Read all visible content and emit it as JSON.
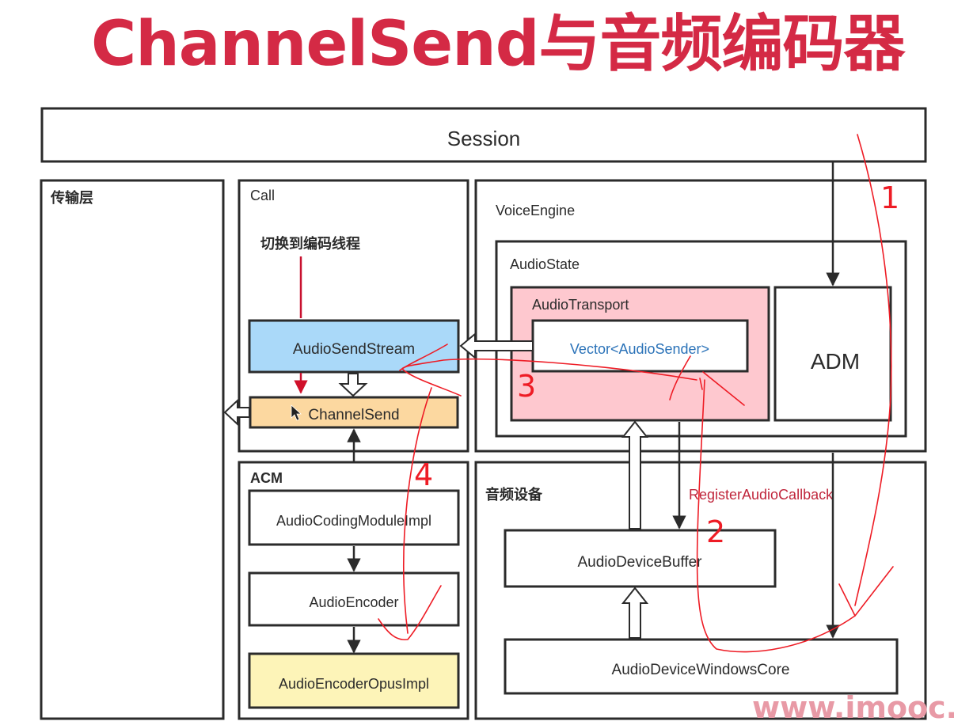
{
  "title": "ChannelSend与音频编码器",
  "watermark": "www.imooc.c",
  "colors": {
    "title": "#d42a45",
    "audio_send_stream": "#aad9f9",
    "channel_send": "#fcd8a0",
    "audio_transport": "#fec8cf",
    "audio_encoder_opus": "#fdf4b8",
    "vector_text": "#2a72b8",
    "register_callback_text": "#c0263c",
    "annotation_ink": "#ee1c25"
  },
  "diagram": {
    "session": "Session",
    "transport_layer": "传输层",
    "call": {
      "label": "Call",
      "switch_thread_note": "切换到编码线程",
      "audio_send_stream": "AudioSendStream",
      "channel_send": "ChannelSend"
    },
    "voice_engine": {
      "label": "VoiceEngine",
      "audio_state": "AudioState",
      "audio_transport": "AudioTransport",
      "vector_audio_sender": "Vector<AudioSender>",
      "adm": "ADM"
    },
    "acm": {
      "label": "ACM",
      "audio_coding_module_impl": "AudioCodingModuleImpl",
      "audio_encoder": "AudioEncoder",
      "audio_encoder_opus_impl": "AudioEncoderOpusImpl"
    },
    "audio_device": {
      "label": "音频设备",
      "register_audio_callback": "RegisterAudioCallback",
      "audio_device_buffer": "AudioDeviceBuffer",
      "audio_device_windows_core": "AudioDeviceWindowsCore"
    },
    "annotation_steps": [
      "1",
      "2",
      "3",
      "4"
    ]
  }
}
